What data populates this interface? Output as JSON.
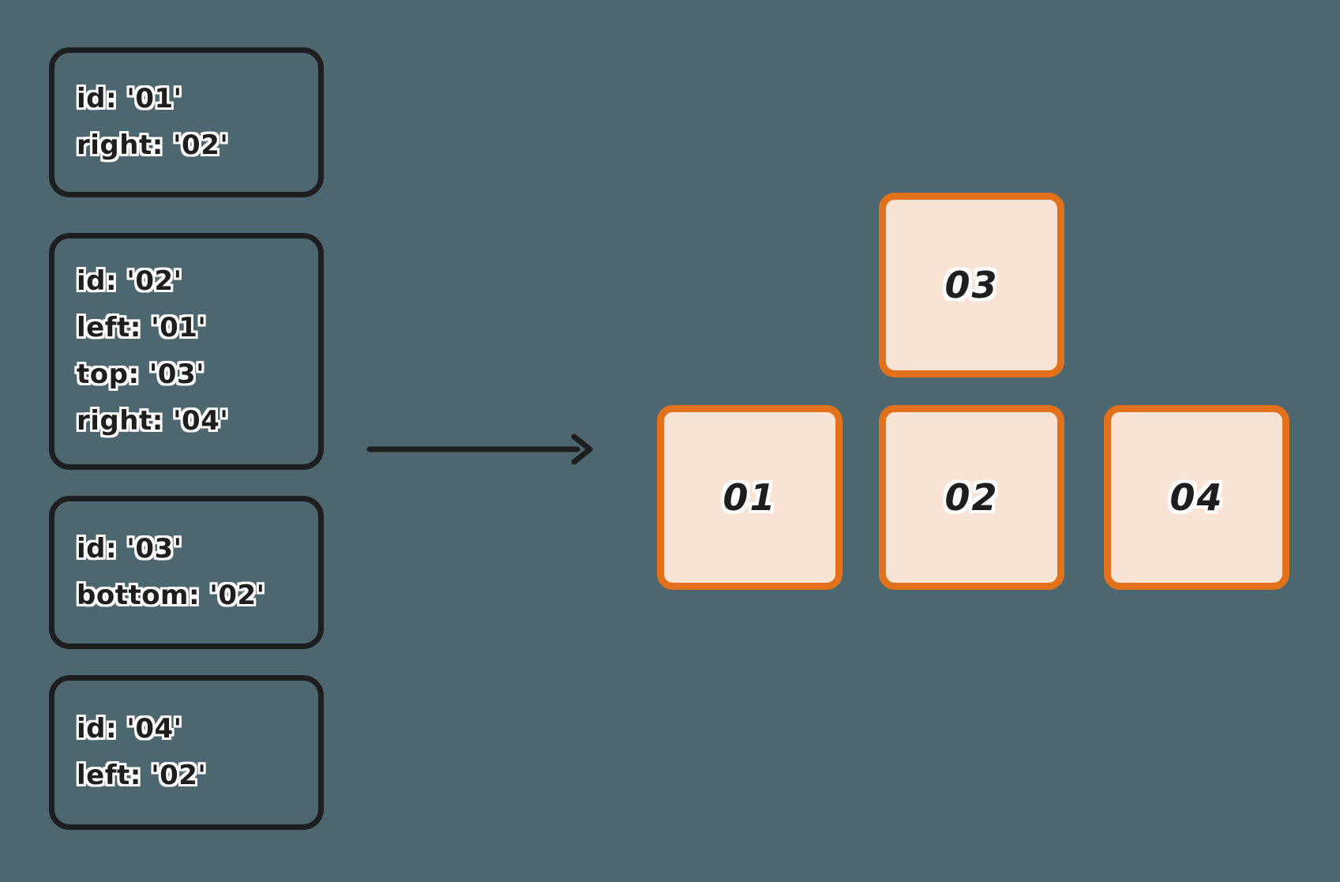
{
  "palette": {
    "background": "#4d6770",
    "ink": "#1e1e1e",
    "accent_orange": "#e2711b",
    "node_fill": "#f8e3d4",
    "text_halo": "#ffffff"
  },
  "spec_boxes": [
    {
      "id": "01",
      "lines": [
        "id: '01'",
        "right: '02'"
      ]
    },
    {
      "id": "02",
      "lines": [
        "id: '02'",
        "left: '01'",
        "top: '03'",
        "right: '04'"
      ]
    },
    {
      "id": "03",
      "lines": [
        "id: '03'",
        "bottom: '02'"
      ]
    },
    {
      "id": "04",
      "lines": [
        "id: '04'",
        "left: '02'"
      ]
    }
  ],
  "arrow": {
    "icon": "arrow-right-icon",
    "direction": "right"
  },
  "layout_nodes": [
    {
      "label": "03",
      "position": "top-center"
    },
    {
      "label": "01",
      "position": "row-left"
    },
    {
      "label": "02",
      "position": "row-center"
    },
    {
      "label": "04",
      "position": "row-right"
    }
  ]
}
